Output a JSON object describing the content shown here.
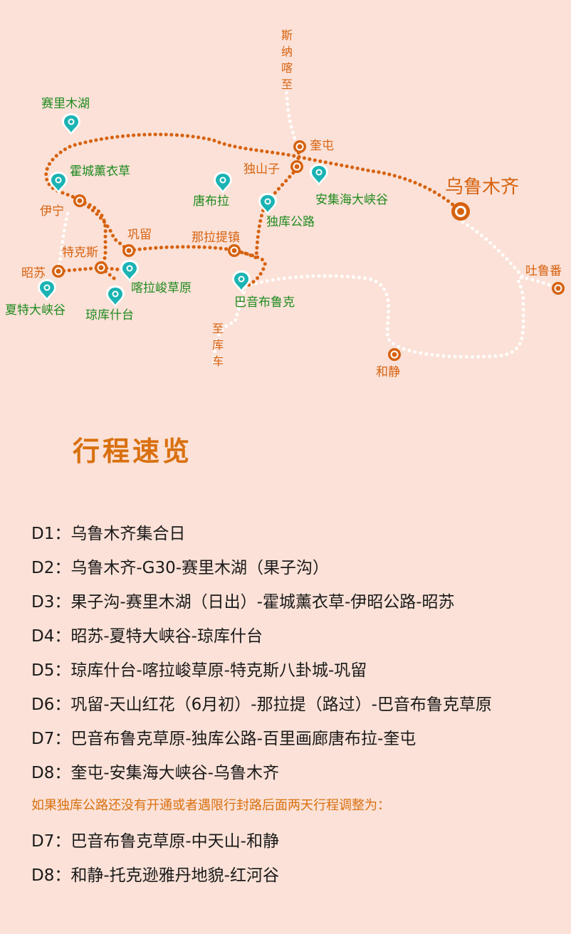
{
  "colors": {
    "background": "#fbe1d7",
    "route_orange": "#d6620f",
    "alt_route_white": "#ffffff",
    "pin_teal": "#1bb3b3",
    "scenic_green": "#1f8a1f",
    "title_orange": "#d9700f"
  },
  "map": {
    "cities": [
      {
        "name": "乌鲁木齐",
        "size": "large"
      },
      {
        "name": "奎屯"
      },
      {
        "name": "独山子"
      },
      {
        "name": "伊宁"
      },
      {
        "name": "巩留"
      },
      {
        "name": "特克斯"
      },
      {
        "name": "昭苏"
      },
      {
        "name": "那拉提镇"
      },
      {
        "name": "吐鲁番"
      },
      {
        "name": "和静"
      }
    ],
    "scenic_spots": [
      {
        "name": "赛里木湖"
      },
      {
        "name": "霍城薰衣草"
      },
      {
        "name": "唐布拉"
      },
      {
        "name": "安集海大峡谷"
      },
      {
        "name": "独库公路"
      },
      {
        "name": "喀拉峻草原"
      },
      {
        "name": "夏特大峡谷"
      },
      {
        "name": "琼库什台"
      },
      {
        "name": "巴音布鲁克"
      }
    ],
    "directions": [
      {
        "name": "至斯纳喀",
        "text": "斯纳喀至"
      },
      {
        "name": "至库车",
        "text": "至库车"
      }
    ]
  },
  "section_title": "行程速览",
  "itinerary": [
    {
      "day": "D1：",
      "route": "乌鲁木齐集合日"
    },
    {
      "day": "D2：",
      "route": "乌鲁木齐-G30-赛里木湖（果子沟）"
    },
    {
      "day": "D3：",
      "route": "果子沟-赛里木湖（日出）-霍城薰衣草-伊昭公路-昭苏"
    },
    {
      "day": "D4：",
      "route": "昭苏-夏特大峡谷-琼库什台"
    },
    {
      "day": "D5：",
      "route": "琼库什台-喀拉峻草原-特克斯八卦城-巩留"
    },
    {
      "day": "D6：",
      "route": "巩留-天山红花（6月初）-那拉提（路过）-巴音布鲁克草原"
    },
    {
      "day": "D7：",
      "route": "巴音布鲁克草原-独库公路-百里画廊唐布拉-奎屯"
    },
    {
      "day": "D8：",
      "route": "奎屯-安集海大峡谷-乌鲁木齐"
    }
  ],
  "alternate_note": "如果独库公路还没有开通或者遇限行封路后面两天行程调整为：",
  "alternate_itinerary": [
    {
      "day": "D7：",
      "route": "巴音布鲁克草原-中天山-和静"
    },
    {
      "day": "D8：",
      "route": "和静-托克逊雅丹地貌-红河谷"
    }
  ]
}
